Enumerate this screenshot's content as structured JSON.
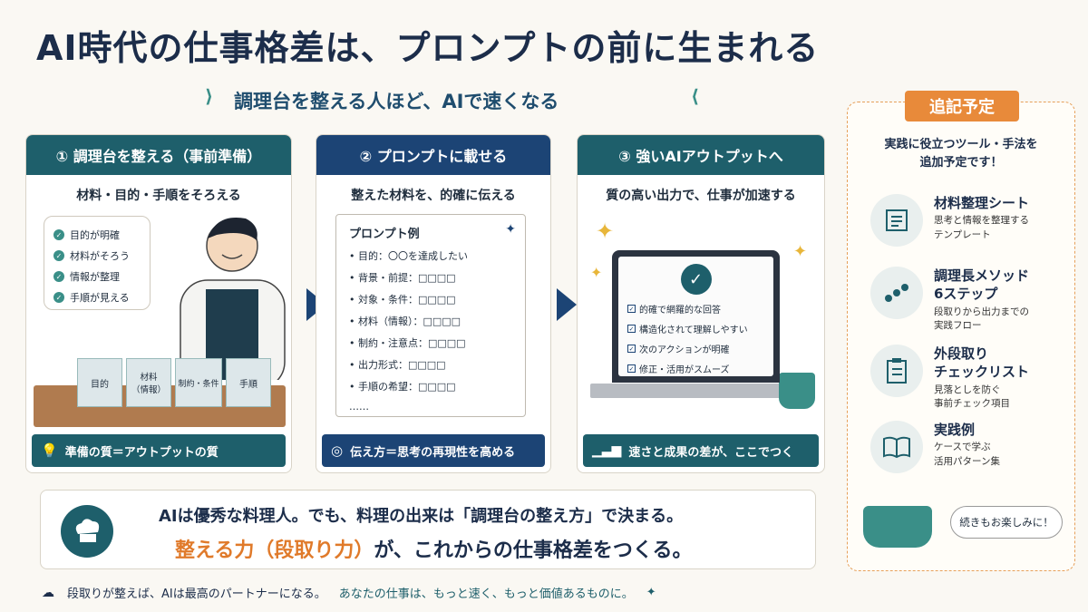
{
  "title": "AI時代の仕事格差は、プロンプトの前に生まれる",
  "subtitle": "調理台を整える人ほど、AIで速くなる",
  "colors": {
    "teal": "#1e5f6b",
    "navy": "#1c4475",
    "orange": "#e88a3a",
    "accent": "#3a8f88"
  },
  "card1": {
    "header": "① 調理台を整える（事前準備）",
    "sub": "材料・目的・手順をそろえる",
    "checklist": [
      "目的が明確",
      "材料がそろう",
      "情報が整理",
      "手順が見える"
    ],
    "boxes": [
      "目的",
      "材料\n（情報）",
      "制約・条件",
      "手順"
    ],
    "footer": "準備の質＝アウトプットの質",
    "footer_icon": "lightbulb-icon"
  },
  "card2": {
    "header": "② プロンプトに載せる",
    "sub": "整えた材料を、的確に伝える",
    "prompt_title": "プロンプト例",
    "prompt_items": [
      "• 目的：〇〇を達成したい",
      "• 背景・前提：□□□□",
      "• 対象・条件：□□□□",
      "• 材料（情報）：□□□□",
      "• 制約・注意点：□□□□",
      "• 出力形式：□□□□",
      "• 手順の希望：□□□□",
      "……"
    ],
    "footer": "伝え方＝思考の再現性を高める",
    "footer_icon": "target-icon"
  },
  "card3": {
    "header": "③ 強いAIアウトプットへ",
    "sub": "質の高い出力で、仕事が加速する",
    "screen_items": [
      "的確で網羅的な回答",
      "構造化されて理解しやすい",
      "次のアクションが明確",
      "修正・活用がスムーズ"
    ],
    "footer": "速さと成果の差が、ここでつく",
    "footer_icon": "growth-chart-icon"
  },
  "banner": {
    "line1": "AIは優秀な料理人。でも、料理の出来は「調理台の整え方」で決まる。",
    "line2_highlight": "整える力（段取り力）",
    "line2_rest": "が、これからの仕事格差をつくる。"
  },
  "side": {
    "tag": "追記予定",
    "intro": "実践に役立つツール・手法を\n追加予定です！",
    "items": [
      {
        "title": "材料整理シート",
        "desc": "思考と情報を整理する\nテンプレート",
        "icon": "sheet-icon"
      },
      {
        "title": "調理長メソッド\n6ステップ",
        "desc": "段取りから出力までの\n実践フロー",
        "icon": "steps-icon"
      },
      {
        "title": "外段取り\nチェックリスト",
        "desc": "見落としを防ぐ\n事前チェック項目",
        "icon": "clipboard-icon"
      },
      {
        "title": "実践例",
        "desc": "ケースで学ぶ\n活用パターン集",
        "icon": "book-icon"
      }
    ],
    "speech": "続きもお楽しみに！"
  },
  "footer": {
    "left": "段取りが整えば、AIは最高のパートナーになる。",
    "right": "あなたの仕事は、もっと速く、もっと価値あるものに。"
  }
}
